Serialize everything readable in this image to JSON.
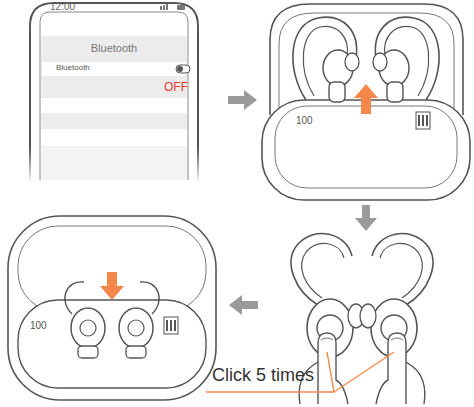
{
  "diagram": {
    "labels": [
      "12:00",
      "Bluetooth",
      "Bluetooth",
      "OFF",
      "100",
      "Click 5 times",
      "100"
    ]
  }
}
